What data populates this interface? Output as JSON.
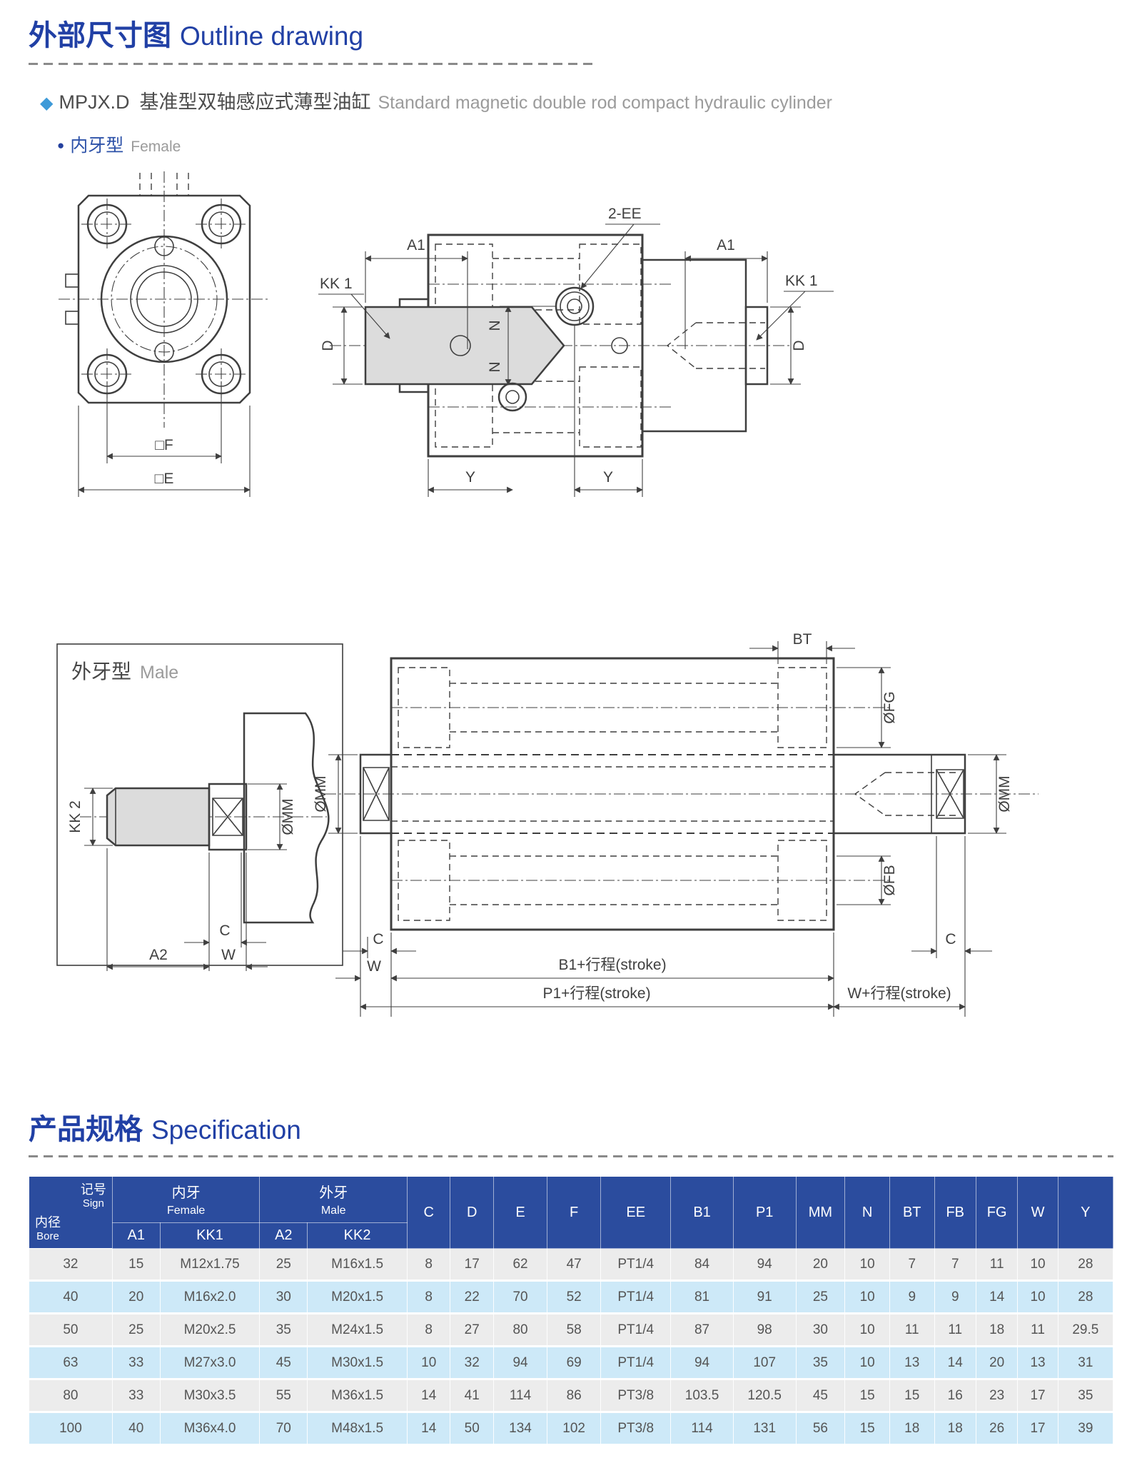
{
  "header": {
    "title_zh": "外部尺寸图",
    "title_en": "Outline drawing",
    "product_model": "MPJX.D",
    "product_desc_zh": "基准型双轴感应式薄型油缸",
    "product_desc_en": "Standard magnetic double rod compact hydraulic cylinder",
    "female_zh": "内牙型",
    "female_en": "Female"
  },
  "drawing_female": {
    "front": {
      "f_dim": "□F",
      "e_dim": "□E"
    },
    "side": {
      "a1_left": "A1",
      "kk1_left": "KK 1",
      "d_left": "D",
      "ee": "2-EE",
      "n_upper": "N",
      "n_lower": "N",
      "a1_right": "A1",
      "kk1_right": "KK 1",
      "d_right": "D",
      "y_left": "Y",
      "y_right": "Y"
    }
  },
  "drawing_male": {
    "box_title_zh": "外牙型",
    "box_title_en": "Male",
    "kk2": "KK 2",
    "mm": "ØMM",
    "c": "C",
    "a2": "A2",
    "w": "W"
  },
  "drawing_side2": {
    "bt": "BT",
    "fg": "ØFG",
    "mm_left": "ØMM",
    "mm_right": "ØMM",
    "fb": "ØFB",
    "c_left": "C",
    "w_left": "W",
    "b1_stroke": "B1+行程(stroke)",
    "p1_stroke": "P1+行程(stroke)",
    "w_stroke": "W+行程(stroke)",
    "c_right": "C"
  },
  "spec": {
    "title_zh": "产品规格",
    "title_en": "Specification",
    "corner": {
      "sign_zh": "记号",
      "sign_en": "Sign",
      "bore_zh": "内径",
      "bore_en": "Bore"
    },
    "female_group_zh": "内牙",
    "female_group_en": "Female",
    "male_group_zh": "外牙",
    "male_group_en": "Male",
    "sub_headers": [
      "A1",
      "KK1",
      "A2",
      "KK2"
    ],
    "single_headers": [
      "C",
      "D",
      "E",
      "F",
      "EE",
      "B1",
      "P1",
      "MM",
      "N",
      "BT",
      "FB",
      "FG",
      "W",
      "Y"
    ],
    "rows": [
      [
        "32",
        "15",
        "M12x1.75",
        "25",
        "M16x1.5",
        "8",
        "17",
        "62",
        "47",
        "PT1/4",
        "84",
        "94",
        "20",
        "10",
        "7",
        "7",
        "11",
        "10",
        "28"
      ],
      [
        "40",
        "20",
        "M16x2.0",
        "30",
        "M20x1.5",
        "8",
        "22",
        "70",
        "52",
        "PT1/4",
        "81",
        "91",
        "25",
        "10",
        "9",
        "9",
        "14",
        "10",
        "28"
      ],
      [
        "50",
        "25",
        "M20x2.5",
        "35",
        "M24x1.5",
        "8",
        "27",
        "80",
        "58",
        "PT1/4",
        "87",
        "98",
        "30",
        "10",
        "11",
        "11",
        "18",
        "11",
        "29.5"
      ],
      [
        "63",
        "33",
        "M27x3.0",
        "45",
        "M30x1.5",
        "10",
        "32",
        "94",
        "69",
        "PT1/4",
        "94",
        "107",
        "35",
        "10",
        "13",
        "14",
        "20",
        "13",
        "31"
      ],
      [
        "80",
        "33",
        "M30x3.5",
        "55",
        "M36x1.5",
        "14",
        "41",
        "114",
        "86",
        "PT3/8",
        "103.5",
        "120.5",
        "45",
        "15",
        "15",
        "16",
        "23",
        "17",
        "35"
      ],
      [
        "100",
        "40",
        "M36x4.0",
        "70",
        "M48x1.5",
        "14",
        "50",
        "134",
        "102",
        "PT3/8",
        "114",
        "131",
        "56",
        "15",
        "18",
        "18",
        "26",
        "17",
        "39"
      ]
    ]
  },
  "colors": {
    "accent_blue": "#2140a5",
    "bullet_light_blue": "#3e9ad8",
    "table_header_blue": "#2b4c9e",
    "row_gray": "#ececec",
    "row_blue": "#cde9f8",
    "line_color": "#3f3f3f"
  }
}
